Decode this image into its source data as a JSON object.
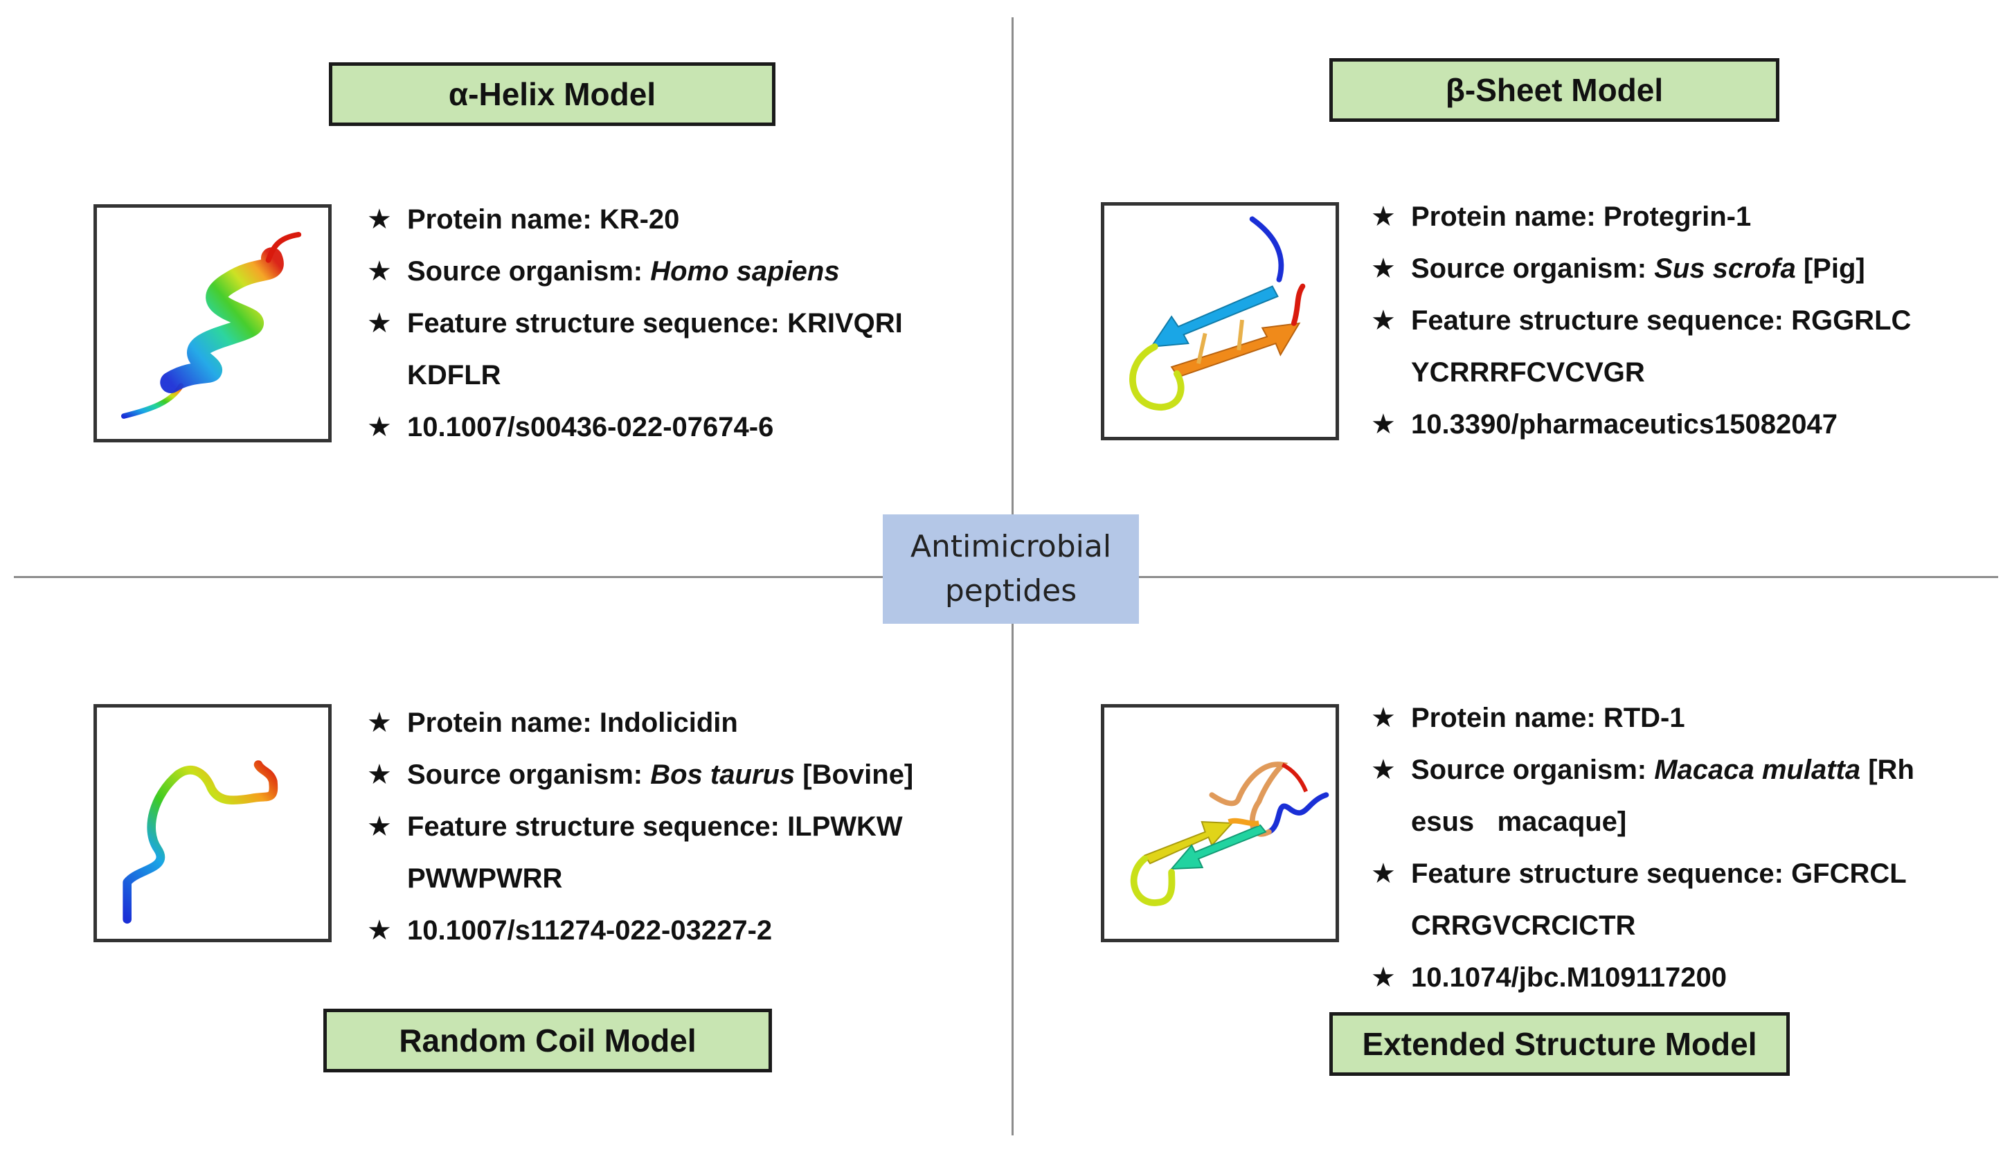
{
  "center": {
    "line1": "Antimicrobial",
    "line2": "peptides"
  },
  "quadrants": {
    "alpha": {
      "title": "α-Helix Model",
      "protein": "Protein name: KR-20",
      "organism_label": "Source organism: ",
      "organism": "Homo sapiens",
      "organism_extra": "",
      "sequence_line1": "Feature structure sequence: KRIVQRI",
      "sequence_line2": "KDFLR",
      "doi": "10.1007/s00436-022-07674-6",
      "bullet": "★"
    },
    "beta": {
      "title": "β-Sheet Model",
      "protein": "Protein name: Protegrin-1",
      "organism_label": "Source organism: ",
      "organism": "Sus scrofa",
      "organism_extra": " [Pig]",
      "sequence_line1": "Feature structure sequence: RGGRLC",
      "sequence_line2": "YCRRRFCVCVGR",
      "doi": "10.3390/pharmaceutics15082047",
      "bullet": "★"
    },
    "coil": {
      "title": "Random Coil Model",
      "protein": "Protein name: Indolicidin",
      "organism_label": "Source organism: ",
      "organism": "Bos taurus",
      "organism_extra": " [Bovine]",
      "sequence_line1": "Feature structure sequence: ILPWKW",
      "sequence_line2": "PWWPWRR",
      "doi": "10.1007/s11274-022-03227-2",
      "bullet": "★"
    },
    "extended": {
      "title": "Extended Structure Model",
      "protein": "Protein name: RTD-1",
      "organism_label": "Source organism: ",
      "organism": "Macaca mulatta",
      "organism_extra": " [Rh",
      "organism_line2": "esus   macaque]",
      "sequence_line1": "Feature structure sequence: GFCRCL",
      "sequence_line2": "CRRGVCRCICTR",
      "doi": "10.1074/jbc.M109117200",
      "bullet": "★"
    }
  },
  "colors": {
    "title_fill": "#c8e5b2",
    "center_fill": "#b4c7e7",
    "divider": "#8c8c8c",
    "rainbow": [
      "#1a2fd6",
      "#1aa6e6",
      "#22d39a",
      "#3ecb22",
      "#c9e019",
      "#f4a11c",
      "#e84c12",
      "#d91a0d"
    ]
  }
}
